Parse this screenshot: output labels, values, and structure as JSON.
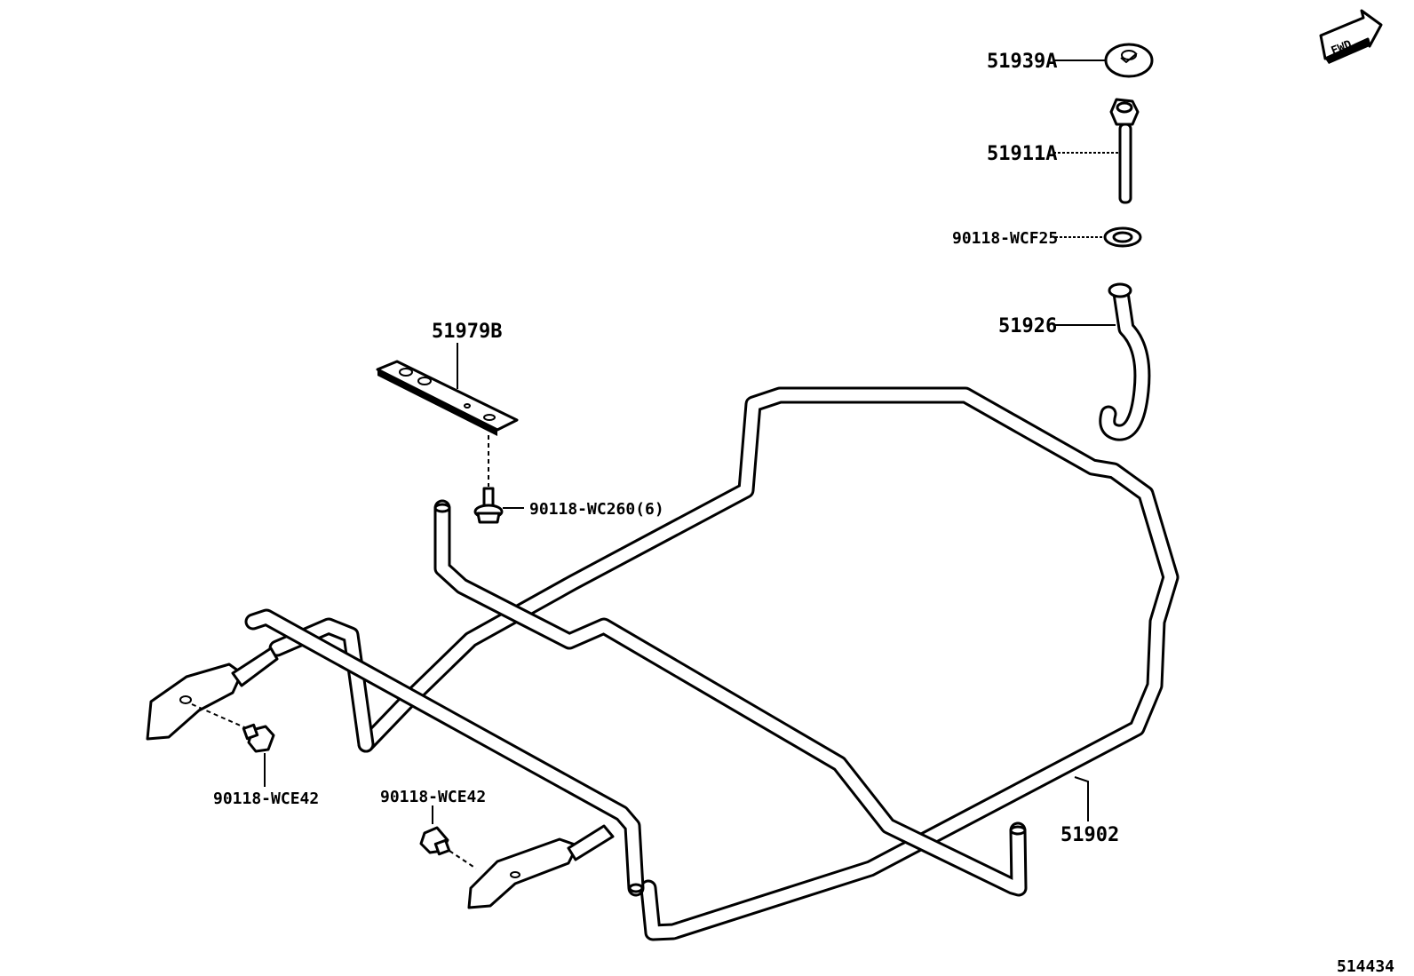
{
  "diagram": {
    "fwd_badge": "FWD",
    "reference_number": "514434",
    "parts": {
      "p51939A": "51939A",
      "p51911A": "51911A",
      "p90118WCF25": "90118-WCF25",
      "p51926": "51926",
      "p51979B": "51979B",
      "p90118WC260": "90118-WC260(6)",
      "p90118WCE42_left": "90118-WCE42",
      "p90118WCE42_center": "90118-WCE42",
      "p51902": "51902"
    }
  }
}
